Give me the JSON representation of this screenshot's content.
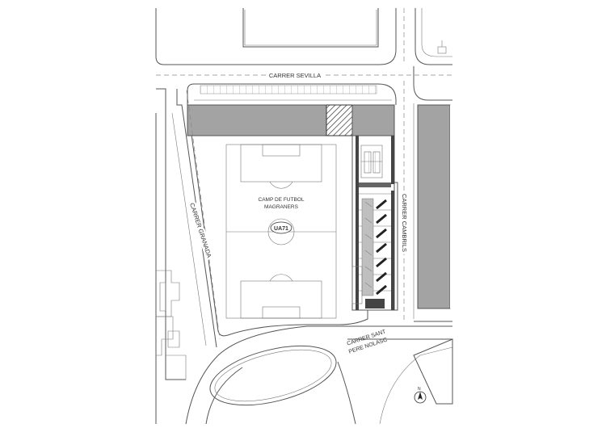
{
  "plan": {
    "streets": {
      "sevilla": "CARRER SEVILLA",
      "granada": "CARRER GRANADA",
      "cambrils": "CARRER CAMBRILS",
      "sant_pere_line1": "CARRER SANT",
      "sant_pere_line2": "PERE NOLASC"
    },
    "field_name_line1": "CAMP DE FUTBOL",
    "field_name_line2": "MAGRANERS",
    "unit_label": "UA71",
    "north_label": "N",
    "colors": {
      "block_fill": "#a3a3a3",
      "building_fill": "#bfbfbf",
      "line": "#555555"
    }
  }
}
